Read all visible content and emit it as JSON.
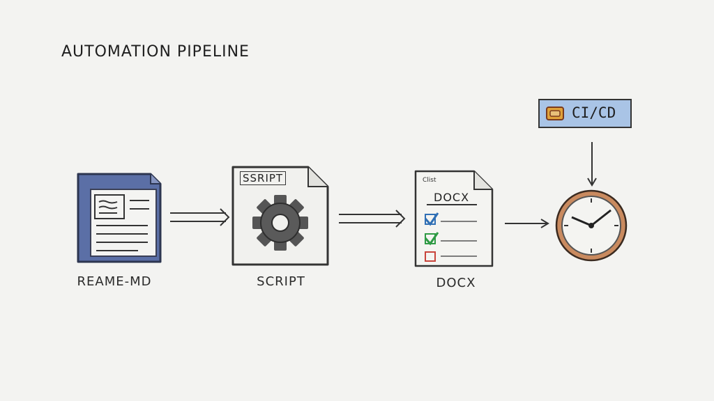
{
  "title": "AUTOMATION PIPELINE",
  "nodes": {
    "readme": {
      "label": "REAME-MD"
    },
    "script": {
      "label": "SCRIPT",
      "header": "SSRIPT"
    },
    "docx": {
      "label": "DOCX",
      "header": "DOCX",
      "corner_note": "Clist"
    },
    "cicd": {
      "label": "CI/CD"
    }
  },
  "colors": {
    "readme_fill": "#5b6fa6",
    "cicd_fill": "#a9c4e6",
    "cicd_icon": "#e0a23a",
    "clock_ring": "#c98a5f",
    "check_blue": "#2f6fb5",
    "check_green": "#2e9a44",
    "box_red": "#c9443b"
  },
  "icons": [
    "document-icon",
    "gear-icon",
    "checklist-document-icon",
    "clock-icon",
    "server-icon"
  ]
}
